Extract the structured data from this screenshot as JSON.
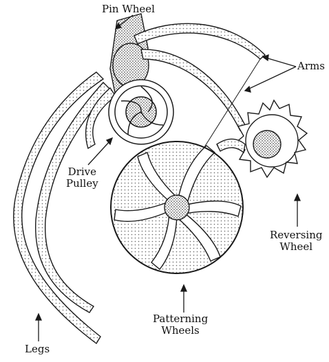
{
  "labels": {
    "pin_wheel": "Pin Wheel",
    "arms": "Arms",
    "drive_pulley": [
      "Drive",
      "Pulley"
    ],
    "reversing_wheel": [
      "Reversing",
      "Wheel"
    ],
    "patterning_wheels": [
      "Patterning",
      "Wheels"
    ],
    "legs": "Legs"
  },
  "colors": {
    "ink": "#1a1a1a",
    "stipple": "#9a9a9a",
    "paper": "#ffffff"
  }
}
